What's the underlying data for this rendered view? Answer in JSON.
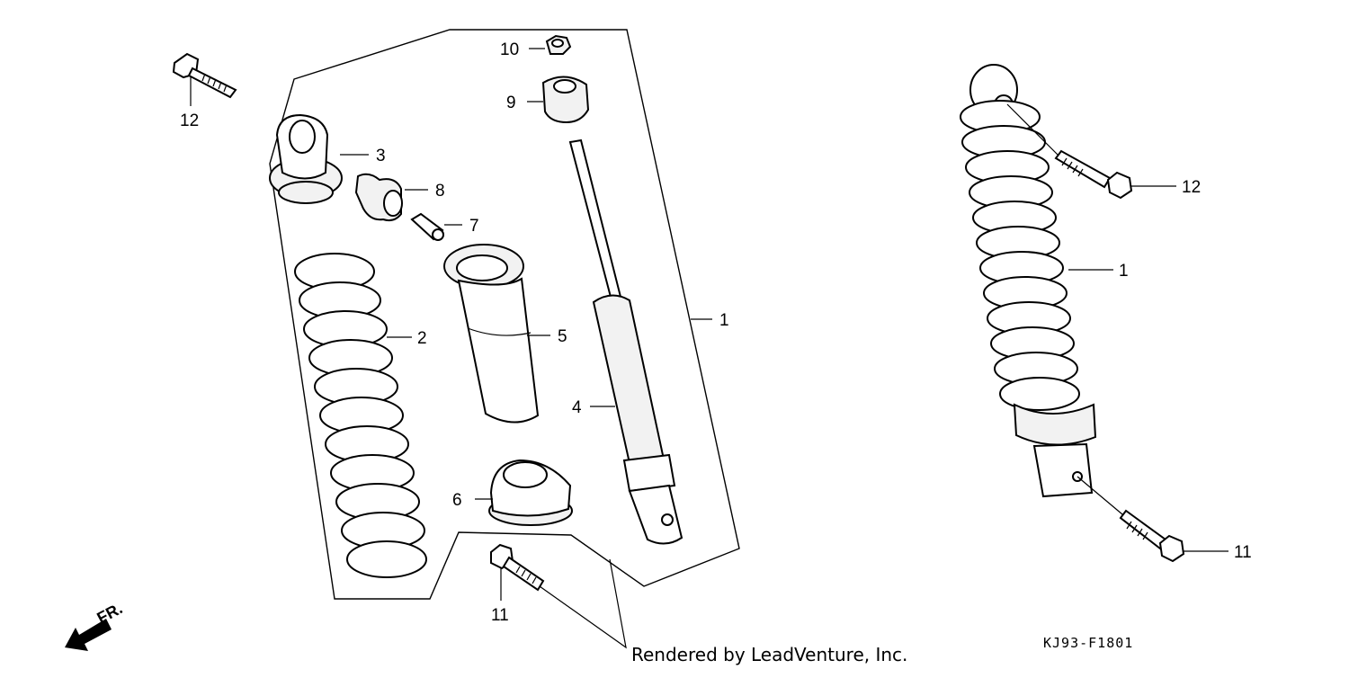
{
  "diagram": {
    "code": "KJ93-F1801",
    "watermark": "Rendered by LeadVenture, Inc.",
    "direction_label": "FR.",
    "callouts": {
      "bolt_top_left": "12",
      "upper_mount": "3",
      "bushing": "8",
      "collar": "7",
      "spring": "2",
      "dust_boot": "5",
      "spring_seat": "6",
      "nut": "10",
      "rubber_cushion": "9",
      "damper": "4",
      "assembly_left": "1",
      "bolt_bottom_left": "11",
      "bolt_top_right": "12",
      "assembly_right": "1",
      "bolt_bottom_right": "11"
    }
  }
}
